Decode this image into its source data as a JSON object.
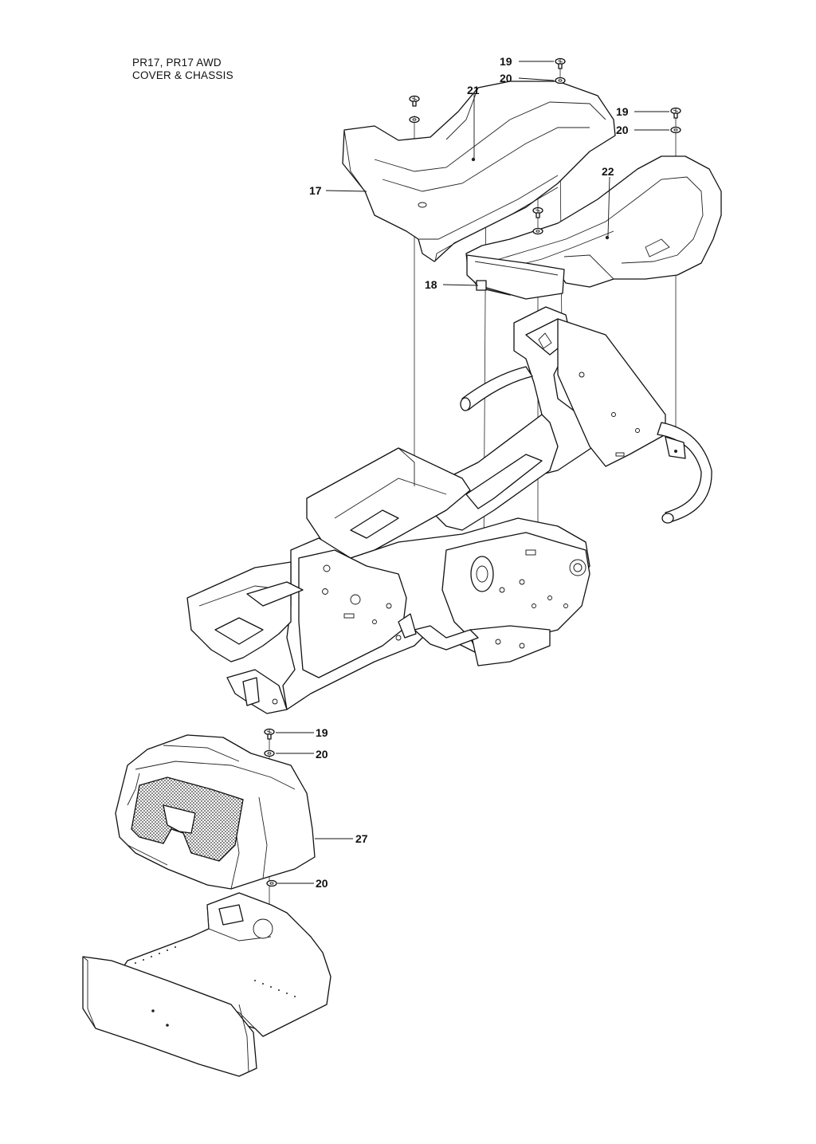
{
  "title": {
    "line1": "PR17, PR17 AWD",
    "line2": "COVER & CHASSIS"
  },
  "callouts": [
    {
      "id": "c17",
      "label": "17"
    },
    {
      "id": "c18",
      "label": "18"
    },
    {
      "id": "c19a",
      "label": "19"
    },
    {
      "id": "c20a",
      "label": "20"
    },
    {
      "id": "c21",
      "label": "21"
    },
    {
      "id": "c19b",
      "label": "19"
    },
    {
      "id": "c20b",
      "label": "20"
    },
    {
      "id": "c22",
      "label": "22"
    },
    {
      "id": "c19c",
      "label": "19"
    },
    {
      "id": "c20c",
      "label": "20"
    },
    {
      "id": "c27",
      "label": "27"
    },
    {
      "id": "c20d",
      "label": "20"
    }
  ],
  "colors": {
    "line": "#111111",
    "background": "#ffffff",
    "grille": "#333333"
  }
}
